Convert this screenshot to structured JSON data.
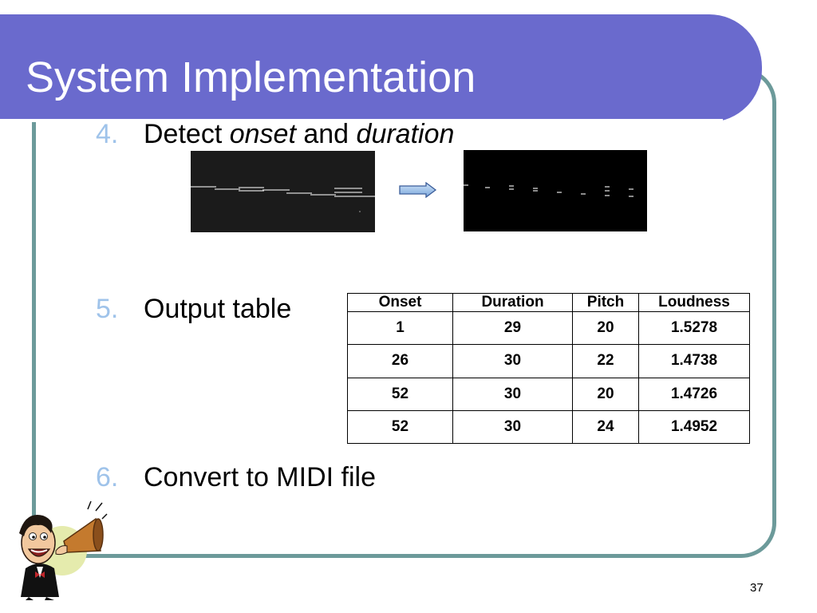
{
  "slide": {
    "title": "System Implementation",
    "page_number": "37"
  },
  "items": [
    {
      "num": "4.",
      "text_before": "Detect ",
      "em1": "onset",
      "text_mid": " and ",
      "em2": "duration"
    },
    {
      "num": "5.",
      "text": "Output table"
    },
    {
      "num": "6.",
      "text": "Convert to MIDI file"
    }
  ],
  "table": {
    "headers": [
      "Onset",
      "Duration",
      "Pitch",
      "Loudness"
    ],
    "rows": [
      [
        "1",
        "29",
        "20",
        "1.5278"
      ],
      [
        "26",
        "30",
        "22",
        "1.4738"
      ],
      [
        "52",
        "30",
        "20",
        "1.4726"
      ],
      [
        "52",
        "30",
        "24",
        "1.4952"
      ]
    ]
  },
  "colors": {
    "title_band": "#6a6acd",
    "frame_border": "#6c9a9a",
    "list_number": "#9fc3ea"
  },
  "icons": [
    "right-arrow-icon",
    "cartoon-announcer-icon"
  ]
}
